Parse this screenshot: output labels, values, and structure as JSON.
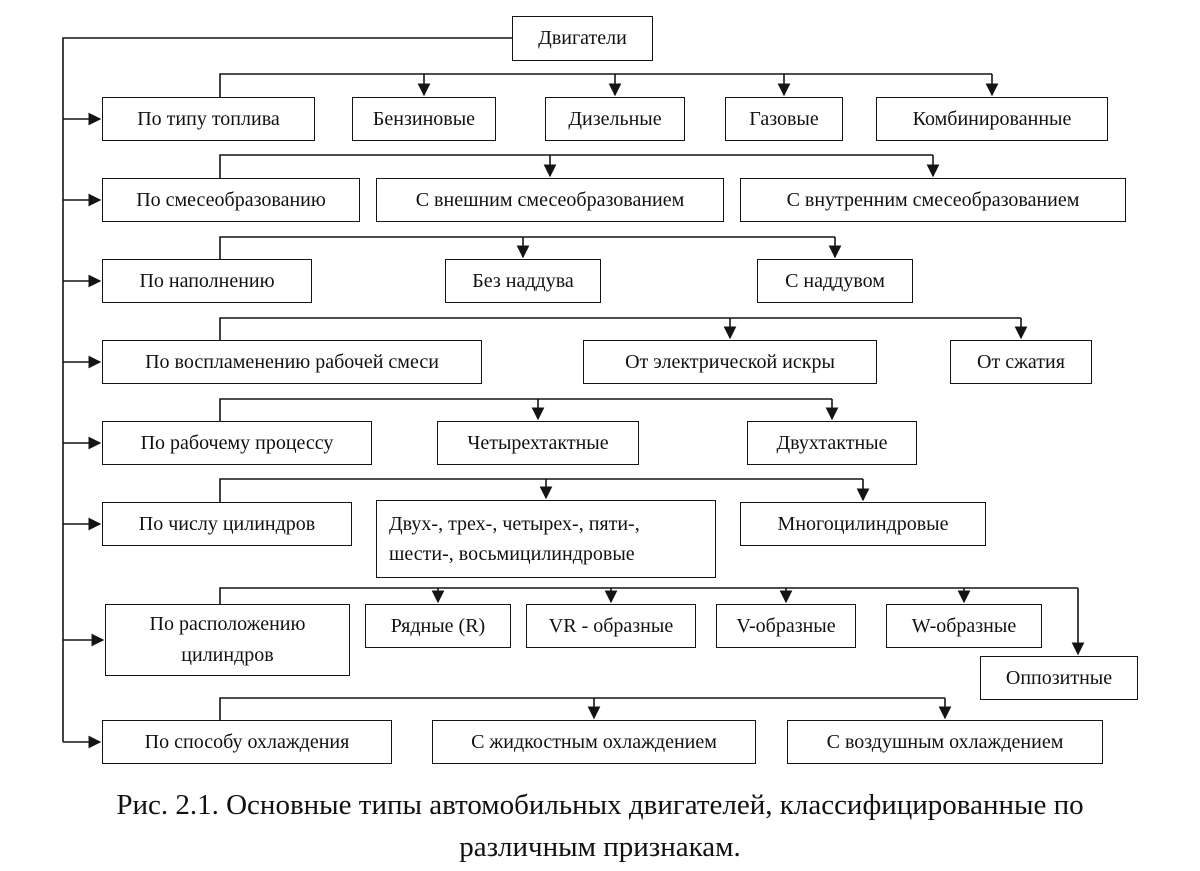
{
  "figure": {
    "root_label": "Двигатели",
    "rows": [
      {
        "category": "По типу топлива",
        "children": [
          "Бензиновые",
          "Дизельные",
          "Газовые",
          "Комбинированные"
        ]
      },
      {
        "category": "По смесеобразованию",
        "children": [
          "С внешним смесеобразованием",
          "С внутренним смесеобразованием"
        ]
      },
      {
        "category": "По наполнению",
        "children": [
          "Без наддува",
          "С наддувом"
        ]
      },
      {
        "category": "По воспламенению рабочей смеси",
        "children": [
          "От электрической искры",
          "От сжатия"
        ]
      },
      {
        "category": "По рабочему процессу",
        "children": [
          "Четырехтактные",
          "Двухтактные"
        ]
      },
      {
        "category": "По числу цилиндров",
        "children": [
          "Двух-, трех-, четырех-, пяти-, шести-, восьмицилиндровые",
          "Многоцилиндровые"
        ]
      },
      {
        "category": "По расположению цилиндров",
        "children": [
          "Рядные (R)",
          "VR - образные",
          "V-образные",
          "W-образные",
          "Оппозитные"
        ]
      },
      {
        "category": "По способу охлаждения",
        "children": [
          "С жидкостным охлаждением",
          "С воздушным охлаждением"
        ]
      }
    ],
    "caption": {
      "line1": "Рис. 2.1. Основные типы автомобильных двигателей, классифицированные по",
      "line2": "различным признакам."
    },
    "colors": {
      "line": "#141414",
      "background": "#ffffff",
      "text": "#111111"
    }
  }
}
